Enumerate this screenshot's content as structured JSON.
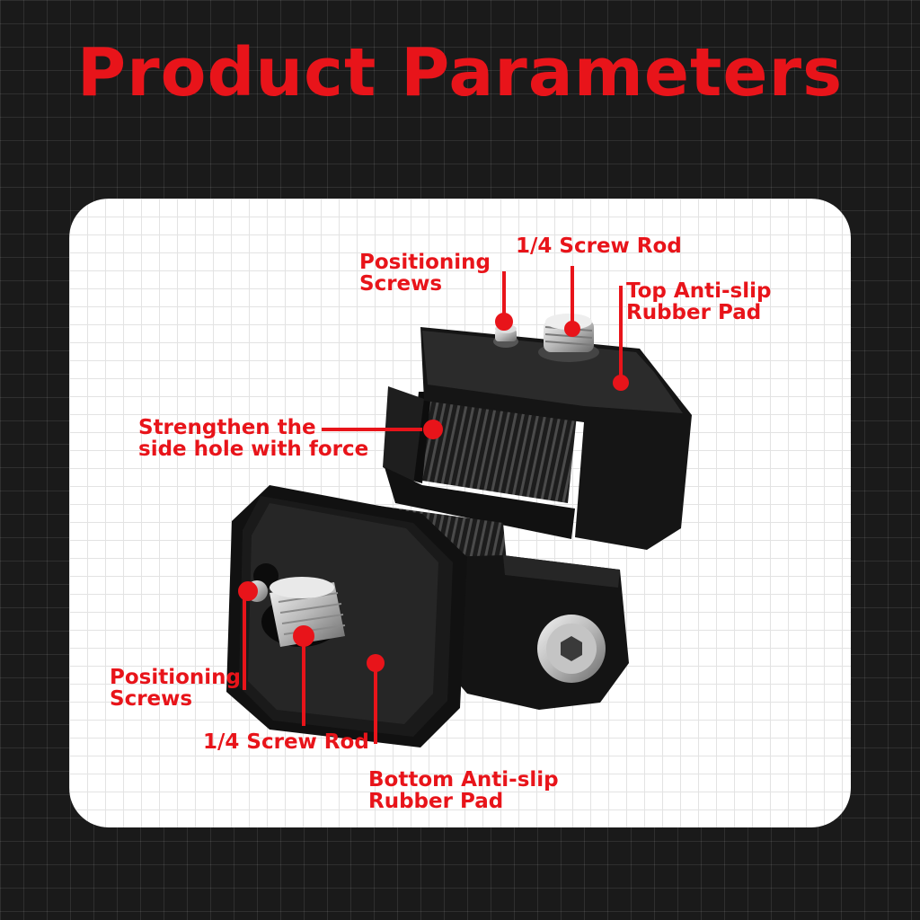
{
  "title": "Product Parameters",
  "colors": {
    "accent": "#e8141a",
    "background": "#1a1a1a",
    "card": "#ffffff",
    "product": "#151515"
  },
  "labels": {
    "top_positioning_screws": [
      "Positioning",
      "Screws"
    ],
    "top_screw_rod": "1/4 Screw Rod",
    "top_rubber_pad": [
      "Top Anti-slip",
      "Rubber Pad"
    ],
    "side_hole": [
      "Strengthen the",
      "side hole with force"
    ],
    "bottom_positioning_screws": [
      "Positioning",
      "Screws"
    ],
    "bottom_screw_rod": "1/4 Screw Rod",
    "bottom_rubber_pad": [
      "Bottom Anti-slip",
      "Rubber Pad"
    ]
  }
}
